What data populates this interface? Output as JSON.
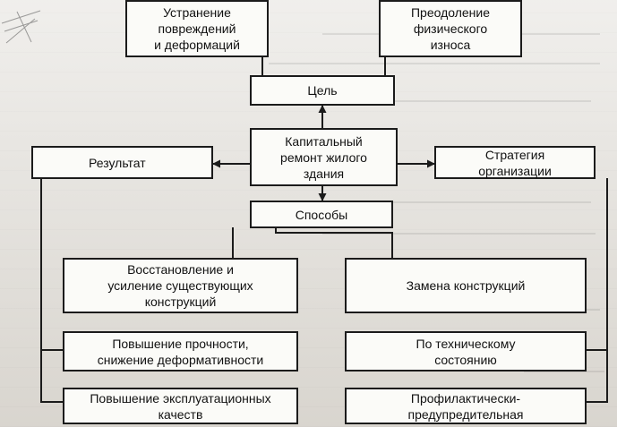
{
  "diagram": {
    "nodes": {
      "damage_removal": "Устранение\nповреждений\nи деформаций",
      "physical_wear": "Преодоление\nфизического\nизноса",
      "goal": "Цель",
      "capital_repair": "Капитальный\nремонт жилого\nздания",
      "result": "Результат",
      "strategy": "Стратегия\nорганизации",
      "methods": "Способы",
      "restoration": "Восстановление и\nусиление существующих\nконструкций",
      "replacement": "Замена конструкций",
      "strength": "Повышение прочности,\nснижение деформативности",
      "technical_condition": "По техническому\nсостоянию",
      "operational_quality": "Повышение эксплуатационных\nкачеств",
      "preventive": "Профилактически-\nпредупредительная"
    }
  }
}
